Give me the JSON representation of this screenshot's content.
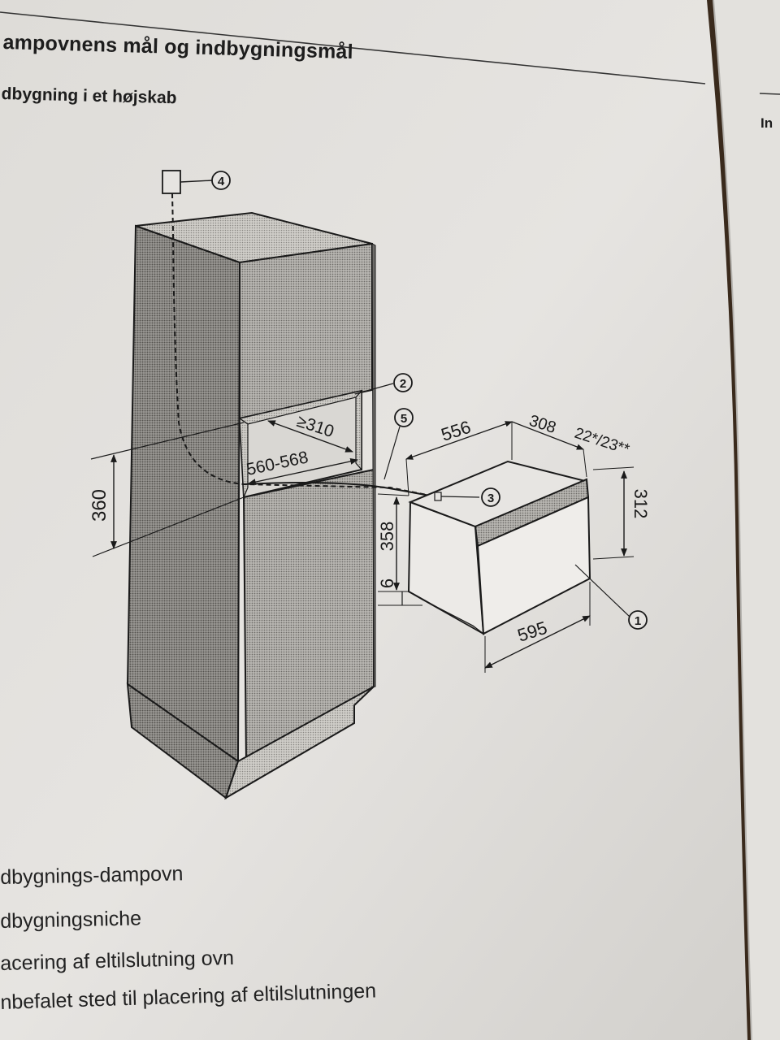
{
  "page": {
    "title": "ampovnens mål og indbygningsmål",
    "subtitle": "dbygning i et højskab",
    "right_heading": "In"
  },
  "diagram": {
    "dimensions": {
      "niche_depth": "≥310",
      "niche_width": "560-568",
      "height_from_floor": "360",
      "oven_depth": "556",
      "oven_body_depth": "308",
      "front_thickness": "22*/23**",
      "oven_height": "312",
      "niche_height": "358",
      "base_gap": "6",
      "oven_width": "595"
    },
    "callouts": [
      "1",
      "2",
      "3",
      "4",
      "5"
    ]
  },
  "legend": [
    "dbygnings-dampovn",
    "dbygningsniche",
    "acering af eltilslutning ovn",
    "nbefalet sted til placering af eltilslutningen"
  ]
}
